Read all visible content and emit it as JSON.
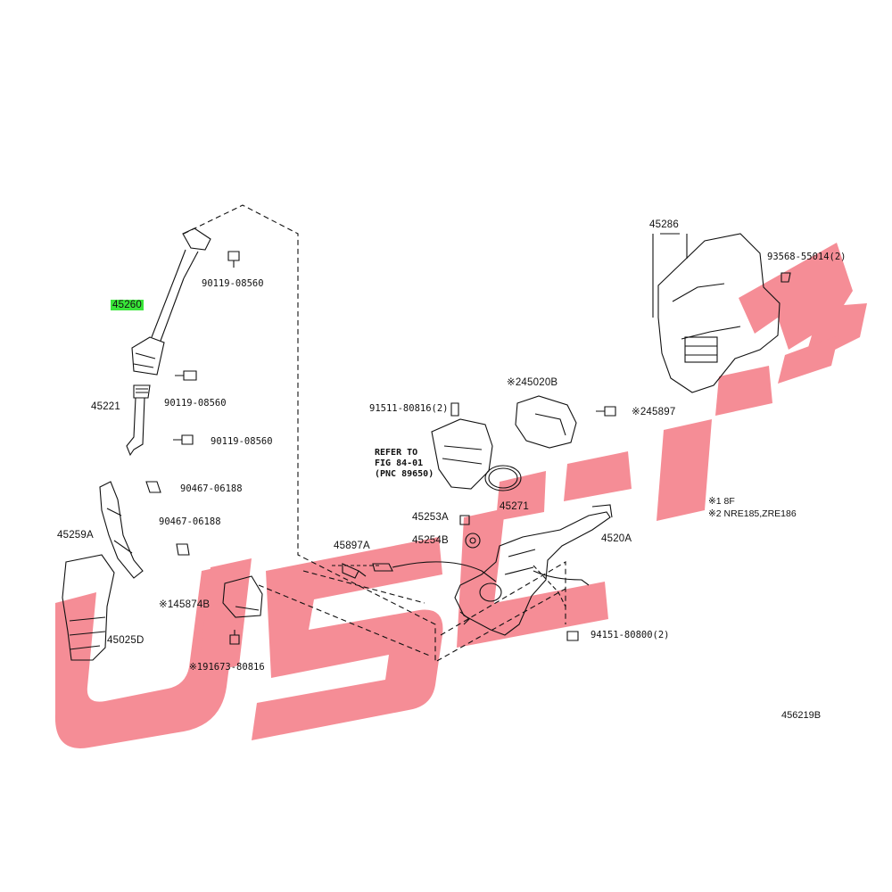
{
  "labels": {
    "p45260": "45260",
    "p90119_a": "90119-08560",
    "p90119_b": "90119-08560",
    "p90119_c": "90119-08560",
    "p45221": "45221",
    "p90467_a": "90467-06188",
    "p90467_b": "90467-06188",
    "p45259A": "45259A",
    "p145874B": "※145874B",
    "p45025D": "45025D",
    "p91673": "※191673-80816",
    "p45286": "45286",
    "p93568": "93568-55014(2)",
    "p91511": "91511-80816(2)",
    "p45020B": "※245020B",
    "p45897": "※245897",
    "p45271": "45271",
    "p45253A": "45253A",
    "p45254B": "45254B",
    "p45897A": "45897A",
    "p4520A": "4520A",
    "p94151": "94151-80800(2)"
  },
  "refer": [
    "REFER TO",
    "FIG 84-01",
    "(PNC 89650)"
  ],
  "notes": [
    "※1 8F",
    "※2 NRE185,ZRE186"
  ],
  "diagram_id": "456219B",
  "watermark": {
    "color": "#f26d78"
  },
  "highlight_color": "#39e639"
}
